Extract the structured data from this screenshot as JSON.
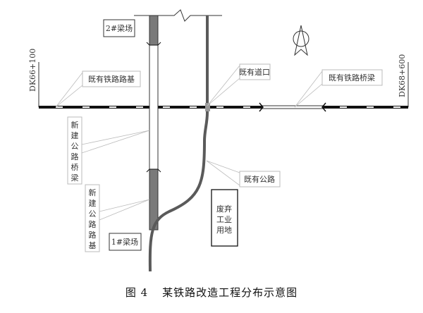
{
  "diagram": {
    "labels": {
      "yard2": "2#梁场",
      "yard1": "1#梁场",
      "stake_left": "DK66+100",
      "stake_right": "DK68+600",
      "existing_rail_subgrade": "既有铁路路基",
      "existing_crossing": "既有道口",
      "existing_rail_bridge": "既有铁路桥梁",
      "new_road_bridge": [
        "新",
        "建",
        "公",
        "路",
        "桥",
        "梁"
      ],
      "new_road_subgrade": [
        "新",
        "建",
        "公",
        "路",
        "路",
        "基"
      ],
      "existing_road": "既有公路",
      "abandoned_land": [
        "废弃",
        "工业",
        "用地"
      ]
    },
    "north_arrow": "north-arrow-icon",
    "colors": {
      "rail_black": "#111111",
      "road_gray": "#5a5a5a",
      "subgrade_fill": "#7a7a7a",
      "leader_gray": "#b0b0b0",
      "text": "#333333"
    }
  },
  "caption": {
    "figure_no": "图 4",
    "title": "某铁路改造工程分布示意图"
  }
}
